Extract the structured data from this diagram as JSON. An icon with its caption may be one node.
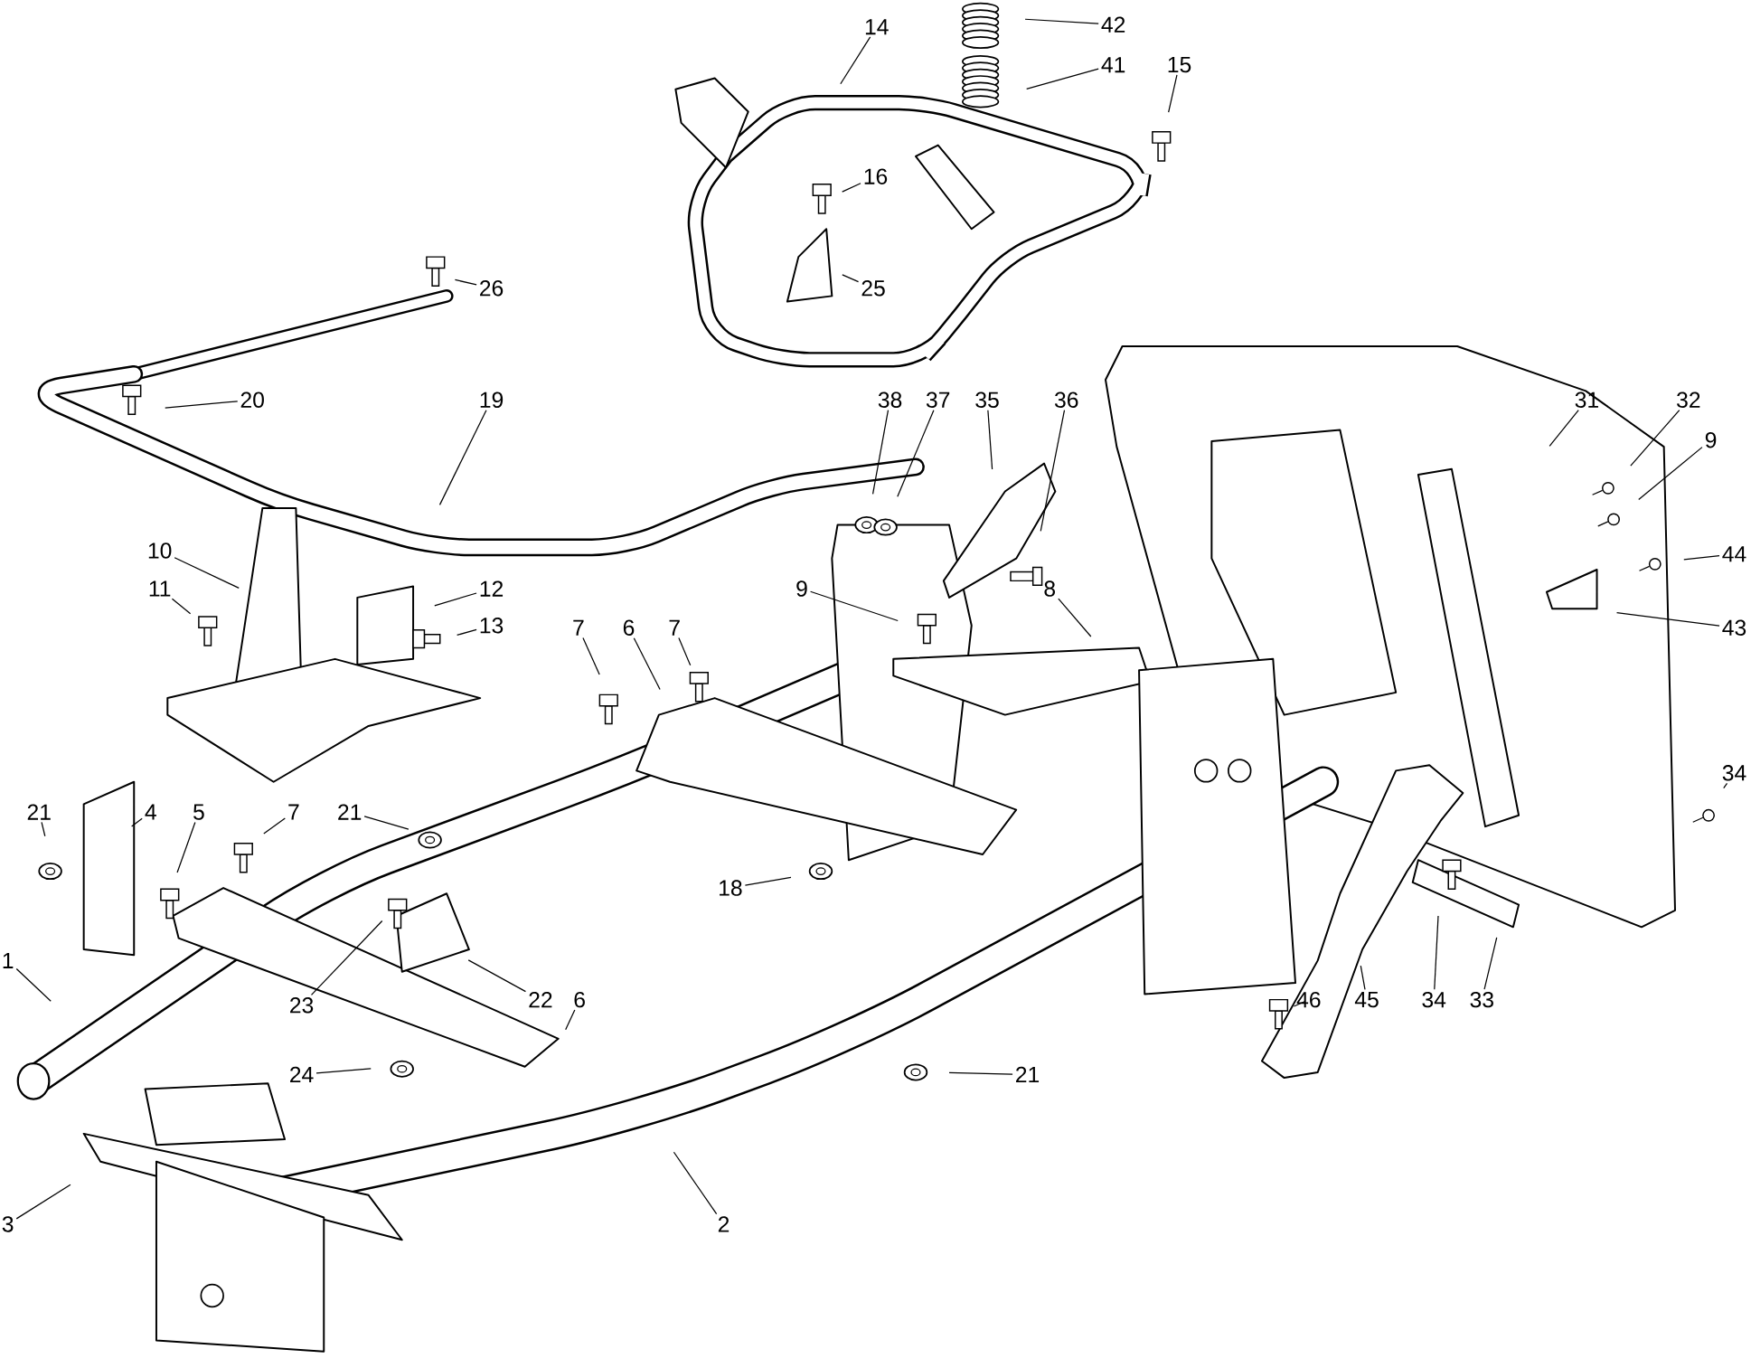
{
  "diagram": {
    "nodes": [
      {
        "text": [
          "42"
        ]
      },
      {
        "text": [
          "14"
        ]
      },
      {
        "text": [
          "41"
        ]
      },
      {
        "text": [
          "15"
        ]
      },
      {
        "text": [
          "16"
        ]
      },
      {
        "text": [
          "26"
        ]
      },
      {
        "text": [
          "25"
        ]
      },
      {
        "text": [
          "20"
        ]
      },
      {
        "text": [
          "19"
        ]
      },
      {
        "text": [
          "38"
        ]
      },
      {
        "text": [
          "37"
        ]
      },
      {
        "text": [
          "35"
        ]
      },
      {
        "text": [
          "36"
        ]
      },
      {
        "text": [
          "31"
        ]
      },
      {
        "text": [
          "32"
        ]
      },
      {
        "text": [
          "9"
        ]
      },
      {
        "text": [
          "10"
        ]
      },
      {
        "text": [
          "44"
        ]
      },
      {
        "text": [
          "11"
        ]
      },
      {
        "text": [
          "12"
        ]
      },
      {
        "text": [
          "9"
        ]
      },
      {
        "text": [
          "8"
        ]
      },
      {
        "text": [
          "13"
        ]
      },
      {
        "text": [
          "7"
        ]
      },
      {
        "text": [
          "6"
        ]
      },
      {
        "text": [
          "7"
        ]
      },
      {
        "text": [
          "43"
        ]
      },
      {
        "text": [
          "34"
        ]
      },
      {
        "text": [
          "21"
        ]
      },
      {
        "text": [
          "4"
        ]
      },
      {
        "text": [
          "5"
        ]
      },
      {
        "text": [
          "7"
        ]
      },
      {
        "text": [
          "21"
        ]
      },
      {
        "text": [
          "18"
        ]
      },
      {
        "text": [
          "1"
        ]
      },
      {
        "text": [
          "22"
        ]
      },
      {
        "text": [
          "6"
        ]
      },
      {
        "text": [
          "23"
        ]
      },
      {
        "text": [
          "46"
        ]
      },
      {
        "text": [
          "45"
        ]
      },
      {
        "text": [
          "34"
        ]
      },
      {
        "text": [
          "33"
        ]
      },
      {
        "text": [
          "24"
        ]
      },
      {
        "text": [
          "21"
        ]
      },
      {
        "text": [
          "3"
        ]
      },
      {
        "text": [
          "2"
        ]
      }
    ],
    "edges": [
      {
        "from": 0,
        "to": null,
        "arrow": "none"
      },
      {
        "from": 1,
        "to": null,
        "arrow": "none"
      },
      {
        "from": 2,
        "to": null,
        "arrow": "none"
      },
      {
        "from": 3,
        "to": null,
        "arrow": "none"
      },
      {
        "from": 4,
        "to": null,
        "arrow": "none"
      },
      {
        "from": 5,
        "to": null,
        "arrow": "none"
      },
      {
        "from": 6,
        "to": null,
        "arrow": "none"
      },
      {
        "from": 7,
        "to": null,
        "arrow": "none"
      },
      {
        "from": 8,
        "to": null,
        "arrow": "none"
      },
      {
        "from": 9,
        "to": null,
        "arrow": "none"
      },
      {
        "from": 10,
        "to": null,
        "arrow": "none"
      },
      {
        "from": 11,
        "to": null,
        "arrow": "none"
      },
      {
        "from": 12,
        "to": null,
        "arrow": "none"
      },
      {
        "from": 13,
        "to": null,
        "arrow": "none"
      },
      {
        "from": 14,
        "to": null,
        "arrow": "none"
      },
      {
        "from": 15,
        "to": null,
        "arrow": "none"
      },
      {
        "from": 16,
        "to": null,
        "arrow": "none"
      },
      {
        "from": 17,
        "to": null,
        "arrow": "none"
      },
      {
        "from": 18,
        "to": null,
        "arrow": "none"
      },
      {
        "from": 19,
        "to": null,
        "arrow": "none"
      },
      {
        "from": 20,
        "to": null,
        "arrow": "none"
      },
      {
        "from": 21,
        "to": null,
        "arrow": "none"
      },
      {
        "from": 22,
        "to": null,
        "arrow": "none"
      },
      {
        "from": 23,
        "to": null,
        "arrow": "none"
      },
      {
        "from": 24,
        "to": null,
        "arrow": "none"
      },
      {
        "from": 25,
        "to": null,
        "arrow": "none"
      },
      {
        "from": 26,
        "to": null,
        "arrow": "none"
      },
      {
        "from": 27,
        "to": null,
        "arrow": "none"
      },
      {
        "from": 28,
        "to": null,
        "arrow": "none"
      },
      {
        "from": 29,
        "to": null,
        "arrow": "none"
      },
      {
        "from": 30,
        "to": null,
        "arrow": "none"
      },
      {
        "from": 31,
        "to": null,
        "arrow": "none"
      },
      {
        "from": 32,
        "to": null,
        "arrow": "none"
      },
      {
        "from": 33,
        "to": null,
        "arrow": "none"
      },
      {
        "from": 34,
        "to": null,
        "arrow": "none"
      },
      {
        "from": 35,
        "to": null,
        "arrow": "none"
      },
      {
        "from": 36,
        "to": null,
        "arrow": "none"
      },
      {
        "from": 37,
        "to": null,
        "arrow": "none"
      },
      {
        "from": 38,
        "to": null,
        "arrow": "none"
      },
      {
        "from": 39,
        "to": null,
        "arrow": "none"
      },
      {
        "from": 40,
        "to": null,
        "arrow": "none"
      },
      {
        "from": 41,
        "to": null,
        "arrow": "none"
      },
      {
        "from": 42,
        "to": null,
        "arrow": "none"
      },
      {
        "from": 43,
        "to": null,
        "arrow": "none"
      },
      {
        "from": 44,
        "to": null,
        "arrow": "none"
      },
      {
        "from": 45,
        "to": null,
        "arrow": "none"
      }
    ]
  }
}
